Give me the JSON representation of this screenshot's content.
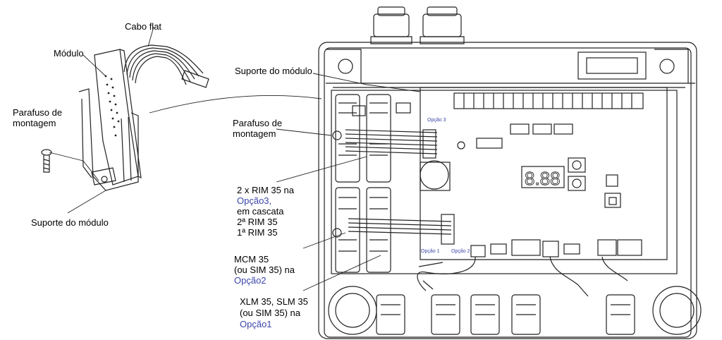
{
  "labels": {
    "cabo_flat": "Cabo flat",
    "modulo": "Módulo",
    "parafuso_left_1": "Parafuso de",
    "parafuso_left_2": "montagem",
    "suporte_left": "Suporte do módulo",
    "suporte_right": "Suporte do módulo",
    "parafuso_right_1": "Parafuso de",
    "parafuso_right_2": "montagem",
    "rim_1": "2 x RIM 35 na",
    "rim_2": "Opção3,",
    "rim_3": "em cascata",
    "rim_4": "2ª RIM 35",
    "rim_5": "1ª RIM 35",
    "mcm_1": "MCM 35",
    "mcm_2": "(ou SIM 35) na",
    "mcm_3": "Opção2",
    "xlm_1": "XLM 35, SLM 35",
    "xlm_2": "(ou SIM 35) na",
    "xlm_3": "Opção1"
  },
  "board_labels": {
    "opcao3": "Opção 3",
    "opcao1": "Opção 1",
    "opcao2": "Opção 2"
  },
  "colors": {
    "line": "#222222",
    "option_text": "#3b46a8"
  }
}
